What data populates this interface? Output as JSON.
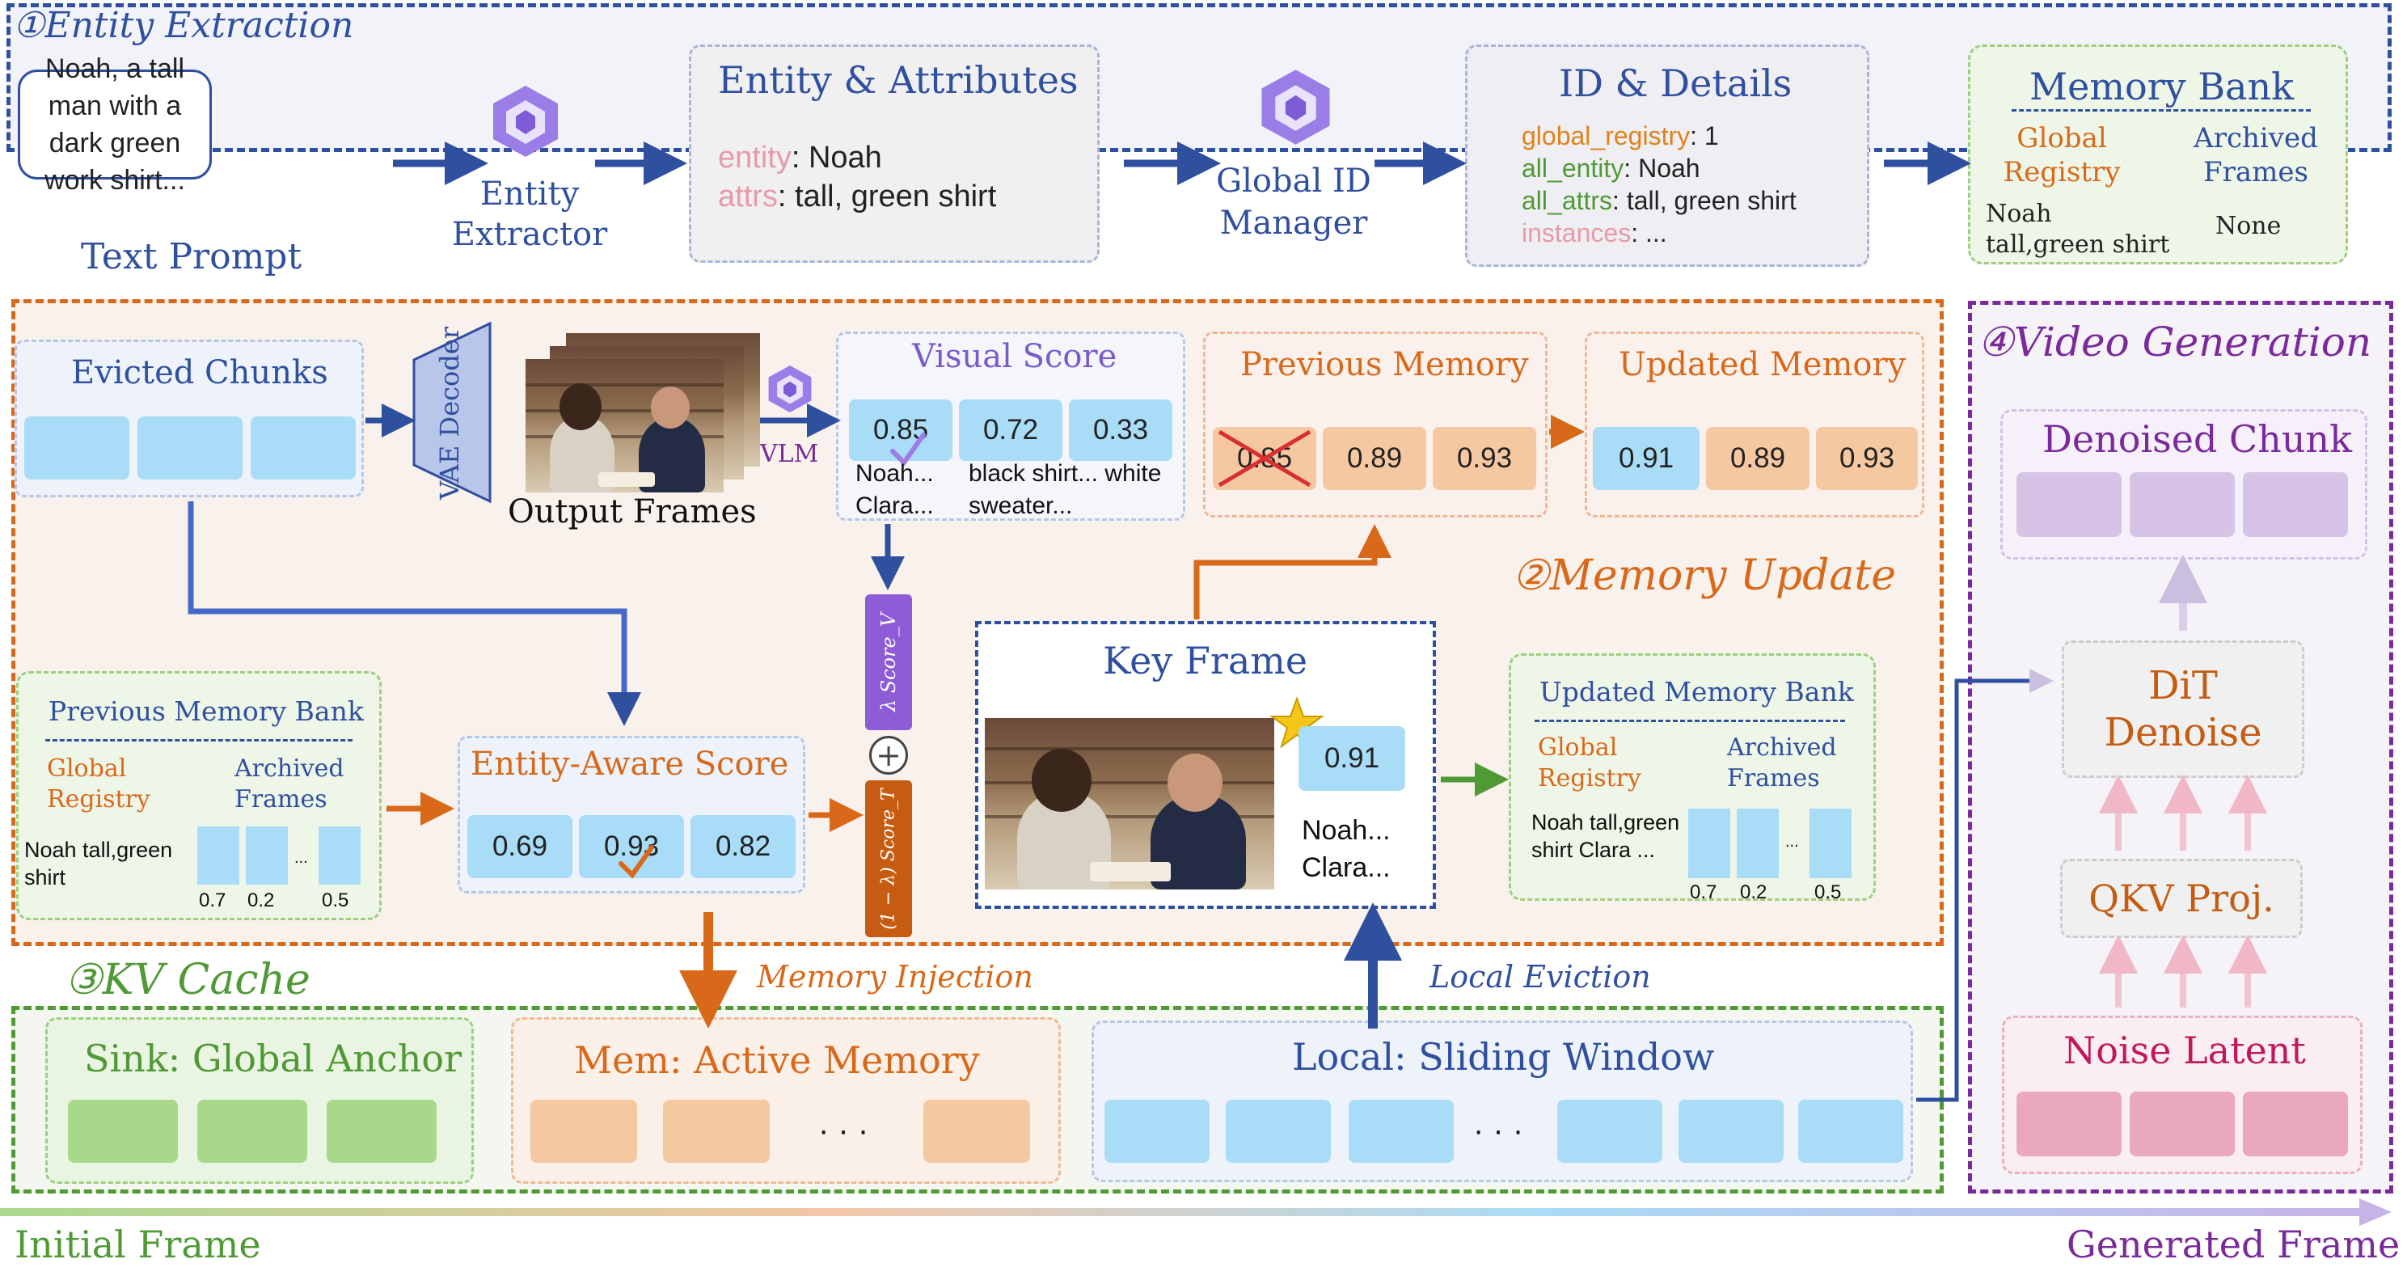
{
  "section1": {
    "title": "①Entity Extraction",
    "prompt_text": "Noah, a tall man with a dark green work shirt...",
    "prompt_label": "Text Prompt",
    "extractor_label": "Entity Extractor",
    "entity_box": {
      "title": "Entity & Attributes",
      "entity_key": "entity",
      "entity_val": ": Noah",
      "attrs_key": "attrs",
      "attrs_val": ": tall, green shirt"
    },
    "manager_label": "Global ID Manager",
    "id_box": {
      "title": "ID & Details",
      "l1_key": "global_registry",
      "l1_val": ": 1",
      "l2_key": "all_entity",
      "l2_val": ": Noah",
      "l3_key": "all_attrs",
      "l3_val": ": tall, green shirt",
      "l4_key": "instances",
      "l4_val": ": ..."
    },
    "memory_bank": {
      "title": "Memory Bank",
      "col1": "Global Registry",
      "col2": "Archived Frames",
      "val1": "Noah tall,green shirt",
      "val2": "None"
    }
  },
  "section2": {
    "title": "②Memory Update",
    "evicted_label": "Evicted Chunks",
    "vae_label": "VAE Decoder",
    "output_frames_label": "Output Frames",
    "vlm_label": "VLM",
    "visual_score": {
      "title": "Visual Score",
      "values": [
        "0.85",
        "0.72",
        "0.33"
      ],
      "desc1": "Noah... Clara...",
      "desc2": "black shirt... white sweater..."
    },
    "previous_memory": {
      "title": "Previous Memory",
      "values": [
        "0.85",
        "0.89",
        "0.93"
      ]
    },
    "updated_memory": {
      "title": "Updated Memory",
      "values": [
        "0.91",
        "0.89",
        "0.93"
      ]
    },
    "lambda_top": "λ Score_V",
    "lambda_bottom": "(1 − λ) Score_T",
    "plus": "+",
    "key_frame": {
      "title": "Key Frame",
      "score": "0.91",
      "names": "Noah... Clara..."
    },
    "prev_bank": {
      "title": "Previous Memory Bank",
      "col1": "Global Registry",
      "col2": "Archived Frames",
      "entry": "Noah tall,green shirt",
      "bar_labels": [
        "0.7",
        "0.2",
        "...",
        "0.5"
      ]
    },
    "entity_score": {
      "title": "Entity-Aware Score",
      "values": [
        "0.69",
        "0.93",
        "0.82"
      ]
    },
    "updated_bank": {
      "title": "Updated Memory Bank",
      "col1": "Global Registry",
      "col2": "Archived Frames",
      "entry": "Noah tall,green shirt Clara ...",
      "bar_labels": [
        "0.7",
        "0.2",
        "...",
        "0.5"
      ]
    }
  },
  "section3": {
    "title": "③KV Cache",
    "memory_injection": "Memory Injection",
    "local_eviction": "Local Eviction",
    "sink_label": "Sink: Global Anchor",
    "mem_label": "Mem: Active Memory",
    "local_label": "Local: Sliding Window",
    "ellipsis": "· · ·"
  },
  "section4": {
    "title": "④Video Generation",
    "denoised_label": "Denoised Chunk",
    "dit_label": "DiT Denoise",
    "qkv_label": "QKV Proj.",
    "noise_label": "Noise Latent"
  },
  "timeline": {
    "start": "Initial Frame",
    "end": "Generated Frame"
  },
  "colors": {
    "blue_frame": "#2f4f9f",
    "orange_frame": "#d9691a",
    "green_frame": "#4f9a35",
    "purple_frame": "#7a2a9a",
    "cell_blue": "#a9dcf6",
    "cell_orange": "#f6c8a2",
    "cell_green": "#a8d98a",
    "cell_purple": "#d6c3e6",
    "cell_pink": "#e9a8bb"
  }
}
